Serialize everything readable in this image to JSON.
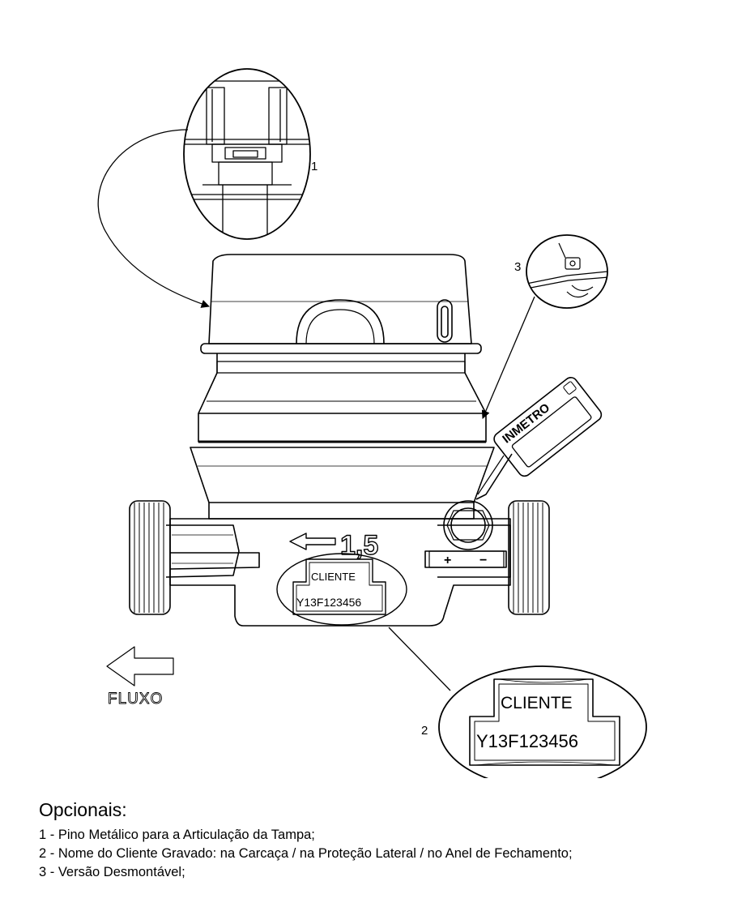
{
  "callouts": {
    "c1": "1",
    "c2": "2",
    "c3": "3"
  },
  "meter": {
    "inmetro_label": "INMETRO",
    "class_label": "1,5",
    "client_label": "CLIENTE",
    "serial_label": "Y13F123456",
    "plus_label": "+",
    "minus_label": "−"
  },
  "detail2": {
    "client_label": "CLIENTE",
    "serial_label": "Y13F123456"
  },
  "flow": {
    "label": "FLUXO"
  },
  "legend": {
    "title": "Opcionais:",
    "items": [
      "1 - Pino Metálico para a Articulação da Tampa;",
      "2 - Nome do Cliente Gravado: na Carcaça / na Proteção Lateral / no Anel de Fechamento;",
      "3 - Versão Desmontável;"
    ]
  }
}
